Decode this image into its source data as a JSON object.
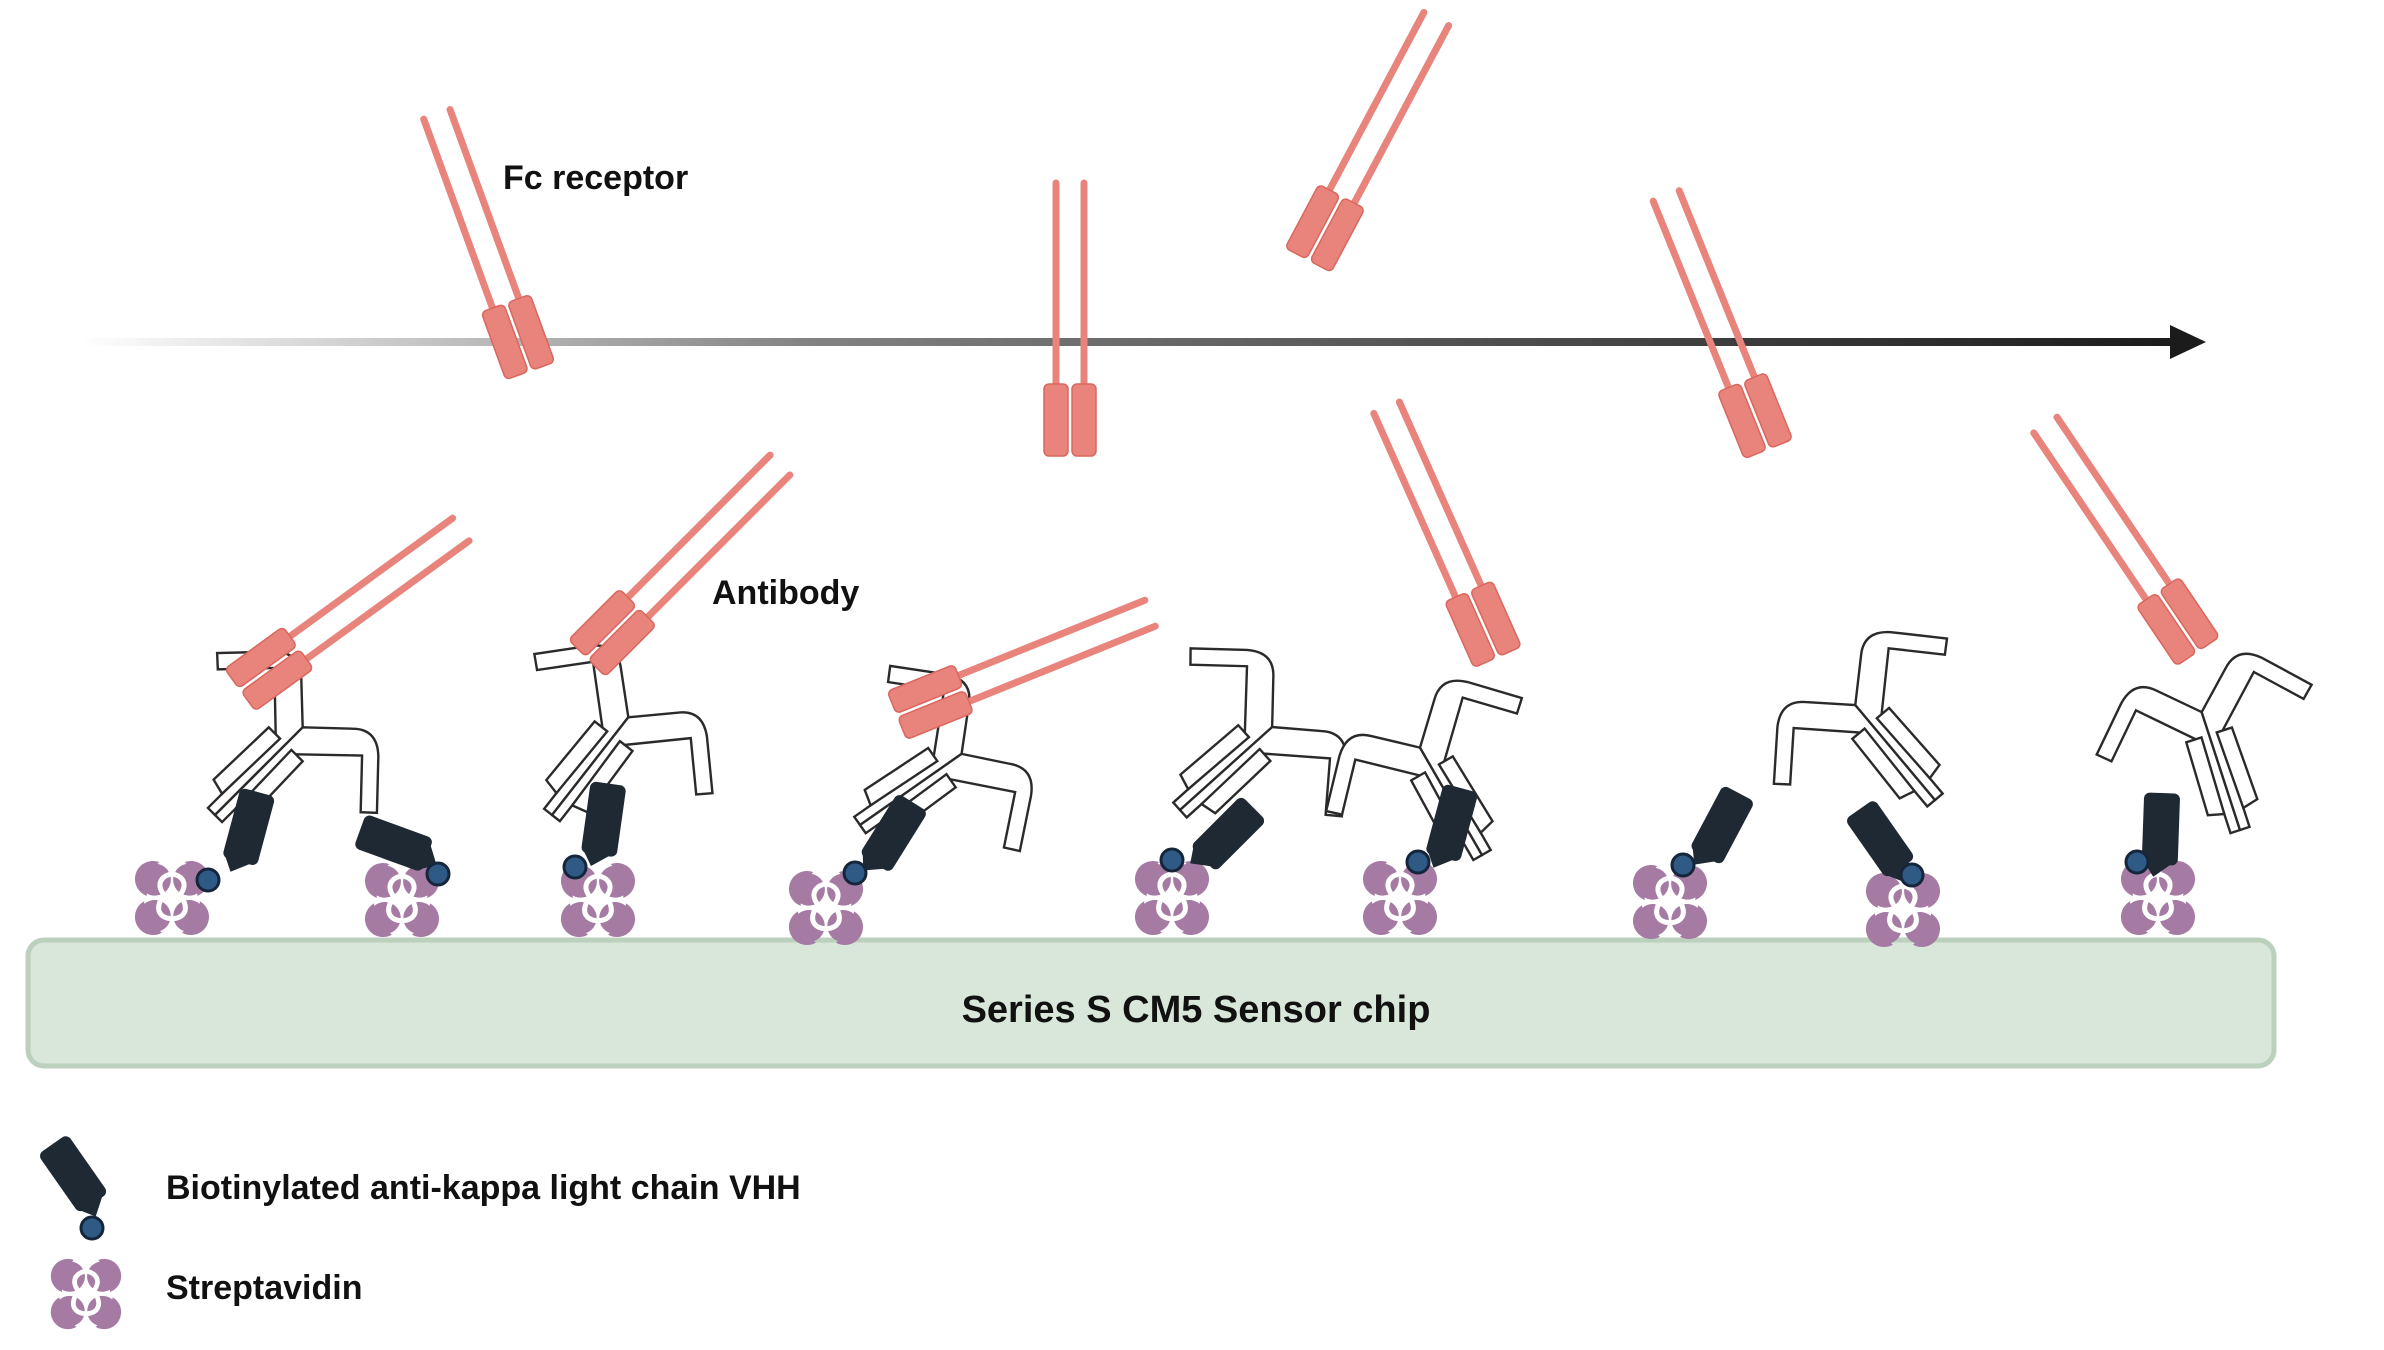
{
  "labels": {
    "fc_receptor": "Fc receptor",
    "antibody": "Antibody",
    "sensor_chip": "Series S CM5 Sensor chip",
    "legend_vhh": "Biotinylated anti-kappa light chain VHH",
    "legend_streptavidin": "Streptavidin"
  },
  "colors": {
    "fc_receptor": "#e8847b",
    "fc_receptor_dark": "#d9675e",
    "vhh": "#1f2933",
    "biotin": "#2f5a86",
    "streptavidin": "#a57ba4",
    "streptavidin_dark": "#8c5f8b",
    "chip_fill": "#d9e6da",
    "chip_stroke": "#bcd0be",
    "arrow": "#1b1b1b"
  },
  "icons": [
    "fc-receptor-icon",
    "antibody-icon",
    "vhh-icon",
    "biotin-icon",
    "streptavidin-icon",
    "time-arrow-icon"
  ]
}
